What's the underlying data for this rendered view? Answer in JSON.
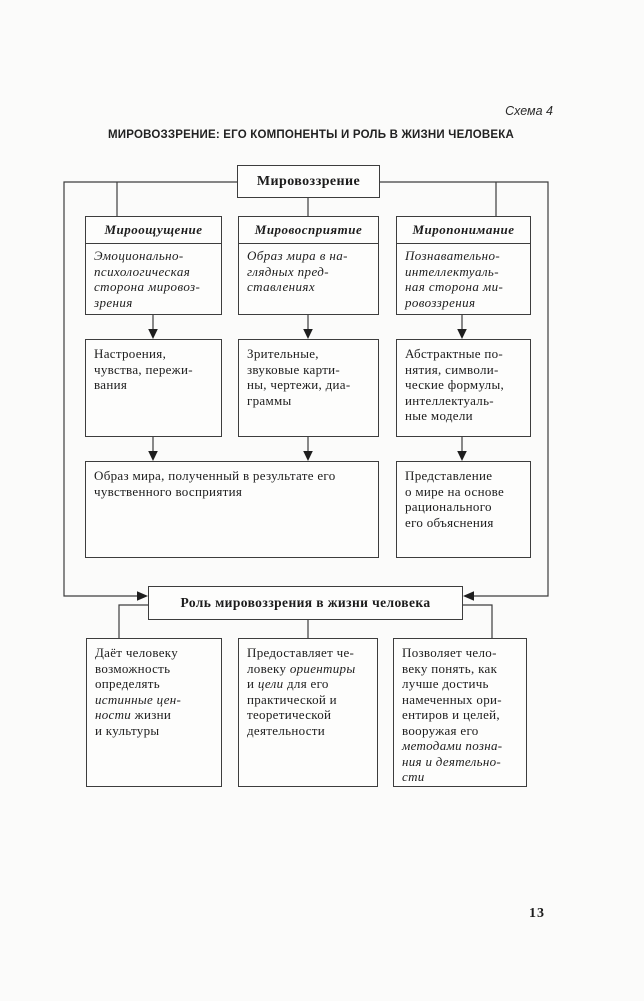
{
  "page": {
    "scheme_label": "Схема 4",
    "title": "МИРОВОЗЗРЕНИЕ: ЕГО КОМПОНЕНТЫ И РОЛЬ В ЖИЗНИ ЧЕЛОВЕКА",
    "page_number": "13"
  },
  "diagram": {
    "root_label": "Мировоззрение",
    "columns": [
      {
        "title": "Мироощущение",
        "subtitle_lines": [
          "Эмоционально-",
          "психологическая",
          "сторона мировоз-",
          "зрения"
        ],
        "result_lines": [
          "Настроения,",
          "чувства, пережи-",
          "вания"
        ]
      },
      {
        "title": "Мировосприятие",
        "subtitle_lines": [
          "Образ мира в на-",
          "глядных пред-",
          "ставлениях"
        ],
        "result_lines": [
          "Зрительные,",
          "звуковые карти-",
          "ны, чертежи, диа-",
          "граммы"
        ]
      },
      {
        "title": "Миропонимание",
        "subtitle_lines": [
          "Познавательно-",
          "интеллектуаль-",
          "ная сторона ми-",
          "ровоззрения"
        ],
        "result_lines": [
          "Абстрактные по-",
          "нятия, символи-",
          "ческие формулы,",
          "интеллектуаль-",
          "ные модели"
        ]
      }
    ],
    "outcome_wide_lines": [
      "Образ мира, полученный в результате его",
      "чувственного восприятия"
    ],
    "outcome_right_lines": [
      "Представление",
      "о мире на основе",
      "рационального",
      "его объяснения"
    ],
    "role_title": "Роль мировоззрения в жизни человека",
    "role_items": [
      {
        "lines": [
          [
            {
              "t": "Даёт человеку"
            }
          ],
          [
            {
              "t": "возможность"
            }
          ],
          [
            {
              "t": "определять"
            }
          ],
          [
            {
              "t": "истинные цен-",
              "i": true
            }
          ],
          [
            {
              "t": "ности",
              "i": true
            },
            {
              "t": " жизни"
            }
          ],
          [
            {
              "t": "и культуры"
            }
          ]
        ]
      },
      {
        "lines": [
          [
            {
              "t": "Предоставляет че-"
            }
          ],
          [
            {
              "t": "ловеку "
            },
            {
              "t": "ориентиры",
              "i": true
            }
          ],
          [
            {
              "t": "и "
            },
            {
              "t": "цели",
              "i": true
            },
            {
              "t": " для его"
            }
          ],
          [
            {
              "t": "практической и"
            }
          ],
          [
            {
              "t": "теоретической"
            }
          ],
          [
            {
              "t": "деятельности"
            }
          ]
        ]
      },
      {
        "lines": [
          [
            {
              "t": "Позволяет чело-"
            }
          ],
          [
            {
              "t": "веку понять, как"
            }
          ],
          [
            {
              "t": "лучше достичь"
            }
          ],
          [
            {
              "t": "намеченных ори-"
            }
          ],
          [
            {
              "t": "ентиров и целей,"
            }
          ],
          [
            {
              "t": "вооружая его"
            }
          ],
          [
            {
              "t": "методами позна-",
              "i": true
            }
          ],
          [
            {
              "t": "ния и деятельно-",
              "i": true
            }
          ],
          [
            {
              "t": "сти",
              "i": true
            }
          ]
        ]
      }
    ]
  }
}
